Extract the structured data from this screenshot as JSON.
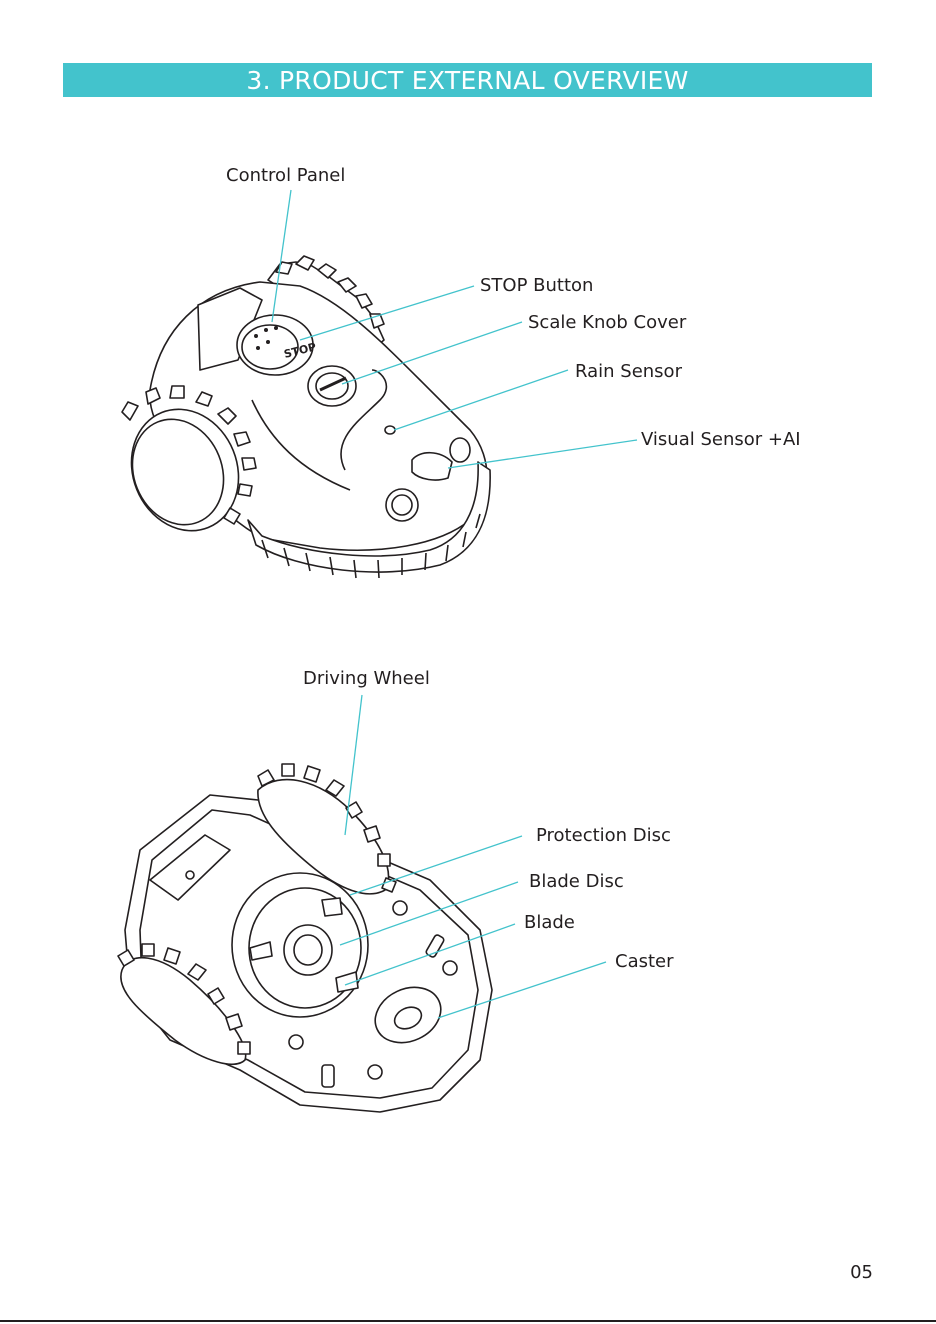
{
  "section": {
    "title": "3. PRODUCT EXTERNAL OVERVIEW",
    "accent_color": "#43c3cc"
  },
  "top_view": {
    "labels": {
      "control_panel": "Control Panel",
      "stop_button": "STOP Button",
      "scale_knob_cover": "Scale Knob Cover",
      "rain_sensor": "Rain Sensor",
      "visual_sensor": "Visual Sensor +AI"
    },
    "panel_text": "STOP"
  },
  "bottom_view": {
    "labels": {
      "driving_wheel": "Driving Wheel",
      "protection_disc": "Protection Disc",
      "blade_disc": "Blade Disc",
      "blade": "Blade",
      "caster": "Caster"
    }
  },
  "page_number": "05"
}
